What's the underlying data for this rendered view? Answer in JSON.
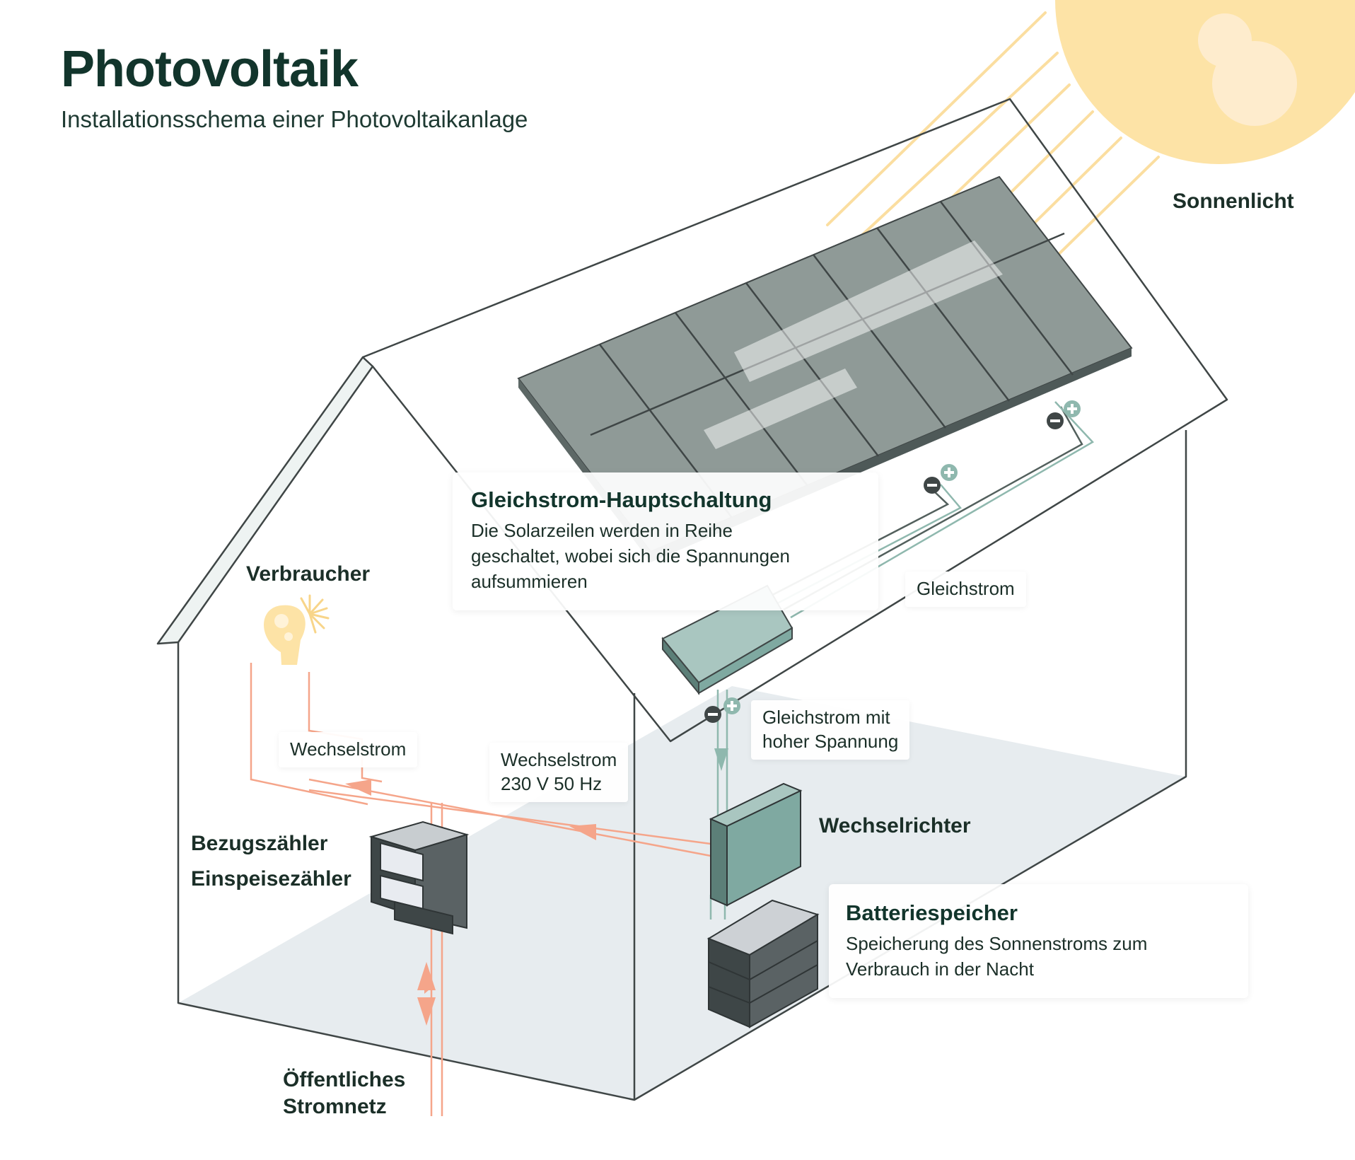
{
  "header": {
    "title": "Photovoltaik",
    "subtitle": "Installationsschema einer Photovoltaikanlage"
  },
  "labels": {
    "sunlight": "Sonnenlicht",
    "consumer": "Verbraucher",
    "meter_purchase": "Bezugszähler",
    "meter_feedin": "Einspeisezähler",
    "inverter": "Wechselrichter",
    "grid": "Öffentliches\nStromnetz"
  },
  "cards": {
    "dc_main": {
      "heading": "Gleichstrom-Hauptschaltung",
      "text": "Die Solarzeilen werden in Reihe\ngeschaltet, wobei sich die Spannungen\naufsummieren"
    },
    "battery": {
      "heading": "Batteriespeicher",
      "text": "Speicherung des Sonnenstroms zum\nVerbrauch in der Nacht"
    }
  },
  "tags": {
    "dc": "Gleichstrom",
    "dc_high": "Gleichstrom mit\nhoher Spannung",
    "ac": "Wechselstrom",
    "ac_grid": "Wechselstrom\n230 V 50 Hz"
  },
  "colors": {
    "sun": "#fde3a6",
    "panel": "#8f9a97",
    "ac_wire": "#f5a58a",
    "dc_wire": "#8fb8ae",
    "inverter": "#7fa9a1",
    "floor": "#e7ecef",
    "outline": "#3f4646"
  }
}
